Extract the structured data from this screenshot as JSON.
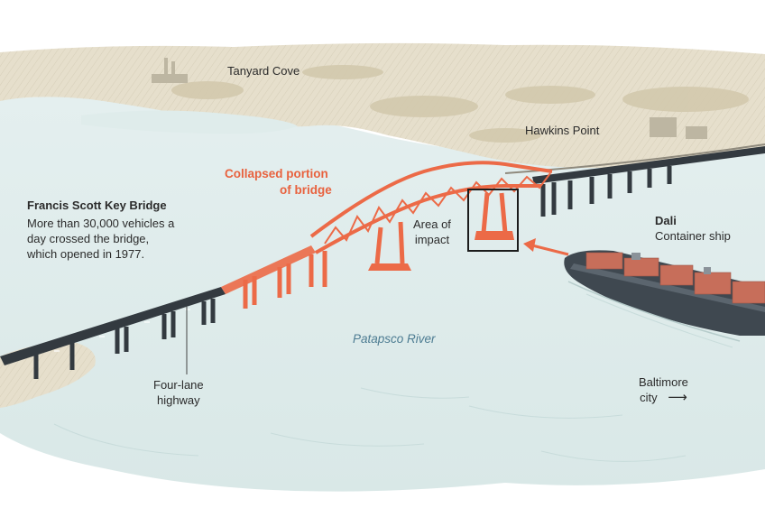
{
  "colors": {
    "water": "#dfeceb",
    "land": "#e6dfcc",
    "land_shadow": "#cfc7b0",
    "bridge_dark": "#333a40",
    "bridge_collapsed": "#ec6a47",
    "ship_hull": "#3f4850",
    "ship_containers": "#c76e5a"
  },
  "labels": {
    "tanyard_cove": "Tanyard Cove",
    "hawkins_point": "Hawkins Point",
    "collapsed_line1": "Collapsed portion",
    "collapsed_line2": "of bridge",
    "bridge_name": "Francis Scott Key Bridge",
    "bridge_desc_line1": "More than 30,000 vehicles a",
    "bridge_desc_line2": "day crossed the bridge,",
    "bridge_desc_line3": "which opened in 1977.",
    "impact_line1": "Area of",
    "impact_line2": "impact",
    "ship_name": "Dali",
    "ship_type": "Container ship",
    "river": "Patapsco River",
    "highway_line1": "Four-lane",
    "highway_line2": "highway",
    "city_line1": "Baltimore",
    "city_line2": "city",
    "city_arrow": "⟶"
  },
  "icons": {
    "impact_box": "square-outline",
    "ship_arrow": "arrow-right",
    "city_arrow": "arrow-right"
  }
}
